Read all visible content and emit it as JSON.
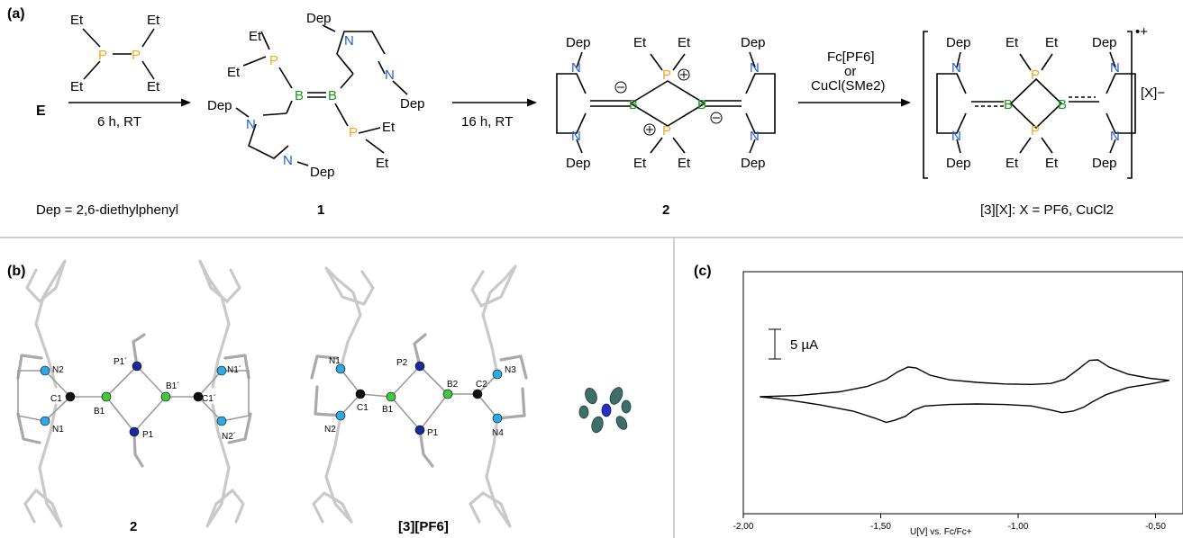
{
  "panel_a": {
    "label": "(a)",
    "start": "E",
    "step1": {
      "reagent": "Et2P–PEt2",
      "conditions": "6 h, RT"
    },
    "step2": {
      "conditions": "16 h, RT"
    },
    "step3": {
      "line1": "Fc[PF6]",
      "line2": "or",
      "line3": "CuCl(SMe2)"
    },
    "compound1": {
      "label": "1"
    },
    "compound2": {
      "label": "2"
    },
    "compound3": {
      "label": "[3][X]: X = PF6, CuCl2",
      "charge": "•+",
      "anion": "[X]−"
    },
    "footnote": "Dep = 2,6-diethylphenyl",
    "atoms": {
      "dep": "Dep",
      "et": "Et",
      "n": "N",
      "p": "P",
      "b": "B"
    }
  },
  "panel_b": {
    "label": "(b)",
    "struct_left": {
      "caption": "2",
      "atoms": [
        "N2",
        "P1´",
        "N1´",
        "C1",
        "B1",
        "B1´",
        "C1´",
        "N1",
        "P1",
        "N2´"
      ]
    },
    "struct_right": {
      "caption": "[3][PF6]",
      "atoms": [
        "N1",
        "P2",
        "N3",
        "C1",
        "B1",
        "B2",
        "C2",
        "N2",
        "P1",
        "N4"
      ]
    }
  },
  "panel_c": {
    "label": "(c)",
    "scale_bar": "5 µA",
    "chart_data": {
      "type": "line",
      "title": "",
      "xlabel": "U[V] vs. Fc/Fc+",
      "ylabel": "",
      "x_ticks": [
        "-2,00",
        "-1,50",
        "-1,00",
        "-0,50"
      ],
      "xlim": [
        -2.0,
        -0.4
      ],
      "grid": false,
      "series": [
        {
          "name": "",
          "x": [
            -1.94,
            -1.8,
            -1.65,
            -1.55,
            -1.48,
            -1.44,
            -1.4,
            -1.37,
            -1.32,
            -1.25,
            -1.15,
            -1.05,
            -0.95,
            -0.88,
            -0.83,
            -0.78,
            -0.74,
            -0.71,
            -0.67,
            -0.6,
            -0.52,
            -0.45,
            -0.52,
            -0.6,
            -0.68,
            -0.73,
            -0.76,
            -0.8,
            -0.84,
            -0.88,
            -0.95,
            -1.05,
            -1.15,
            -1.25,
            -1.34,
            -1.38,
            -1.41,
            -1.45,
            -1.48,
            -1.52,
            -1.6,
            -1.72,
            -1.85,
            -1.94
          ],
          "y": [
            0.0,
            0.12,
            0.48,
            1.0,
            1.7,
            2.4,
            2.9,
            2.8,
            2.1,
            1.65,
            1.4,
            1.25,
            1.2,
            1.3,
            1.7,
            2.7,
            3.55,
            3.6,
            2.9,
            2.2,
            1.8,
            1.6,
            1.25,
            0.9,
            0.2,
            -0.5,
            -1.0,
            -1.4,
            -1.55,
            -1.3,
            -0.9,
            -0.75,
            -0.7,
            -0.75,
            -0.9,
            -1.3,
            -1.9,
            -2.3,
            -2.5,
            -2.1,
            -1.4,
            -0.8,
            -0.25,
            0.0
          ]
        }
      ]
    }
  }
}
